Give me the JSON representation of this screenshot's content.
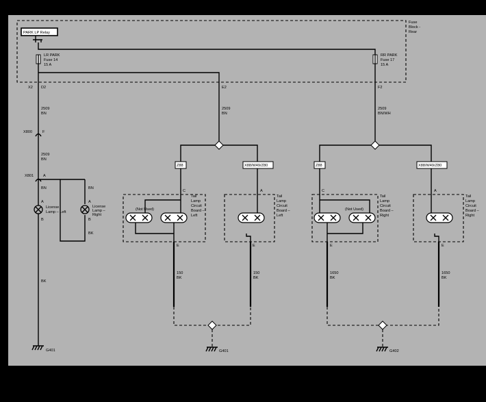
{
  "fuse_block": {
    "l1": "Fuse",
    "l2": "Block -",
    "l3": "Rear"
  },
  "relay_label": "PARK LP Relay",
  "fuse_left": {
    "l1": "LR PARK",
    "l2": "Fuse 14",
    "l3": "15 A"
  },
  "fuse_right": {
    "l1": "RR PARK",
    "l2": "Fuse 17",
    "l3": "15 A"
  },
  "connectors": {
    "x2": "X2",
    "d2": "D2",
    "e2": "E2",
    "f2": "F2",
    "x800": "X800",
    "x800_pin": "F",
    "x801": "X801",
    "x801_pin": "A"
  },
  "wires": {
    "w1_num": "2509",
    "w1_color": "BN",
    "w2_num": "2509",
    "w2_color": "BN",
    "w3_num": "2509",
    "w3_color": "BN",
    "w4_num": "2509",
    "w4_color": "BN/WH",
    "bn_a": "BN",
    "bn_b": "BN",
    "bk_a": "BK",
    "bk_b": "BK",
    "w150a_num": "150",
    "w150a_color": "BK",
    "w150b_num": "150",
    "w150b_color": "BK",
    "w1650a_num": "1650",
    "w1650a_color": "BK",
    "w1650b_num": "1650",
    "w1650b_color": "BK"
  },
  "license_left": {
    "l1": "License",
    "l2": "Lamp – Left",
    "pin_a": "A",
    "pin_b": "B"
  },
  "license_right": {
    "l1": "License",
    "l2": "Lamp –",
    "l3": "Right",
    "pin_a": "A",
    "pin_b": "B"
  },
  "option_codes": {
    "z88_l": "Z88",
    "multi_l": "X88/W49/Z80",
    "z88_r": "Z88",
    "multi_r": "X88/W49/Z80"
  },
  "boards": {
    "tl1": {
      "l1": "Tail",
      "l2": "Lamp",
      "l3": "Circuit",
      "l4": "Board –",
      "l5": "Left",
      "pin_top": "C",
      "pin_bot": "E",
      "not_used": "(Not Used)"
    },
    "tl2": {
      "l1": "Tail",
      "l2": "Lamp",
      "l3": "Circuit",
      "l4": "Board –",
      "l5": "Left",
      "pin_top": "A",
      "pin_bot": "E"
    },
    "tr1": {
      "l1": "Tail",
      "l2": "Lamp",
      "l3": "Circuit",
      "l4": "Board –",
      "l5": "Right",
      "pin_top": "C",
      "pin_bot": "E",
      "not_used": "(Not Used)"
    },
    "tr2": {
      "l1": "Tail",
      "l2": "Lamp",
      "l3": "Circuit",
      "l4": "Board –",
      "l5": "Right",
      "pin_top": "A",
      "pin_bot": "E"
    }
  },
  "grounds": {
    "g1": "G401",
    "g2": "G401",
    "g3": "G402"
  }
}
